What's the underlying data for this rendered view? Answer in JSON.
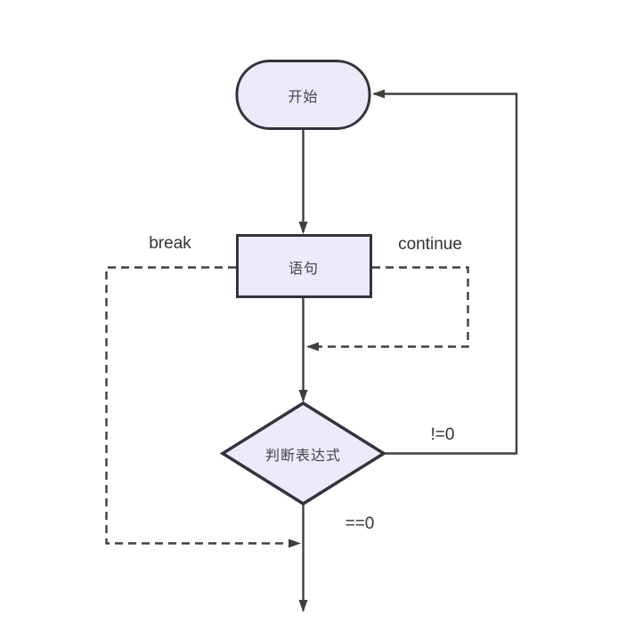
{
  "diagram": {
    "type": "flowchart",
    "language": "zh-CN",
    "nodes": [
      {
        "id": "start",
        "shape": "stadium",
        "label": "开始"
      },
      {
        "id": "statement",
        "shape": "rectangle",
        "label": "语句"
      },
      {
        "id": "decision",
        "shape": "diamond",
        "label": "判断表达式"
      }
    ],
    "edges": [
      {
        "from": "start",
        "to": "statement",
        "style": "solid",
        "label": ""
      },
      {
        "from": "statement",
        "to": "decision",
        "style": "solid",
        "label": ""
      },
      {
        "from": "decision",
        "to": "start",
        "style": "solid",
        "label": "!=0"
      },
      {
        "from": "decision",
        "to": "exit",
        "style": "solid",
        "label": "==0"
      },
      {
        "from": "statement",
        "to": "exit-line",
        "style": "dashed",
        "label": "break"
      },
      {
        "from": "statement",
        "to": "decision-entry",
        "style": "dashed",
        "label": "continue"
      }
    ],
    "colors": {
      "node_fill": "#eaeaf8",
      "node_border": "#33333e",
      "line": "#3f3f3f",
      "node_text": "#44444a",
      "label_text": "#333333",
      "background": "#ffffff"
    }
  }
}
